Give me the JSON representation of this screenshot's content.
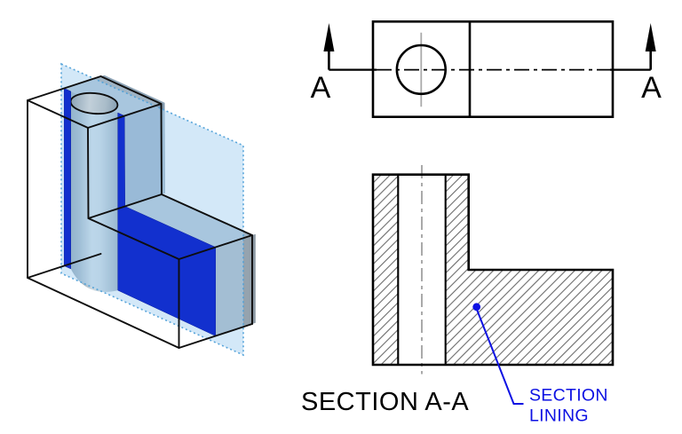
{
  "drawing": {
    "plan_view": {
      "section_label_left": "A",
      "section_label_right": "A"
    },
    "section_view": {
      "title": "SECTION A-A"
    },
    "callout": {
      "line1": "SECTION",
      "line2": "LINING"
    },
    "colors": {
      "section_face_blue": "#1230ce",
      "cutting_plane_fill": "#aed5f2",
      "cutting_plane_edge": "#4fa0d8",
      "body_top_gray": "#9fb4c5",
      "body_side_gray": "#7e99b6",
      "body_end_gray": "#95a3ae",
      "callout_blue": "#0d11e3",
      "centerline_gray": "#9c9c9c",
      "line_black": "#000000"
    }
  }
}
